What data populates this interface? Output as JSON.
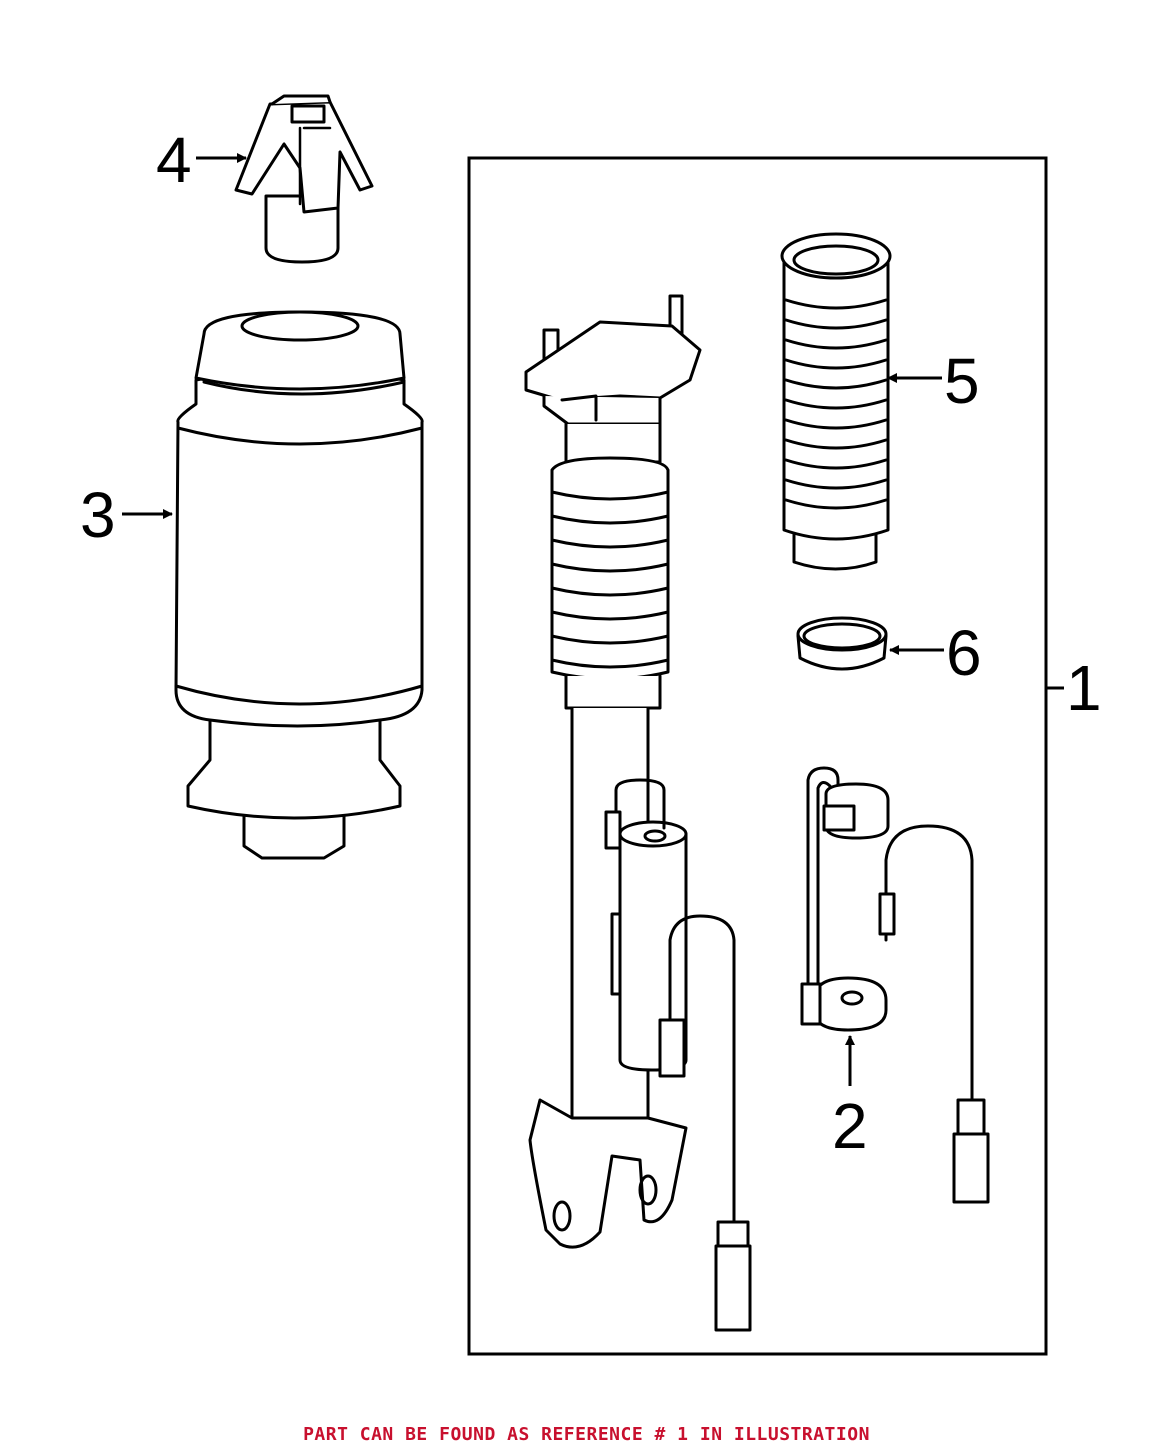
{
  "callouts": {
    "c1": "1",
    "c2": "2",
    "c3": "3",
    "c4": "4",
    "c5": "5",
    "c6": "6"
  },
  "parts": {
    "p1": "strut-assembly",
    "p2": "height-sensor",
    "p3": "air-spring",
    "p4": "bump-stop-clip",
    "p5": "dust-boot",
    "p6": "seal-ring"
  },
  "footer": {
    "note": "PART CAN BE FOUND AS REFERENCE # 1 IN ILLUSTRATION",
    "color": "#c8102e"
  }
}
